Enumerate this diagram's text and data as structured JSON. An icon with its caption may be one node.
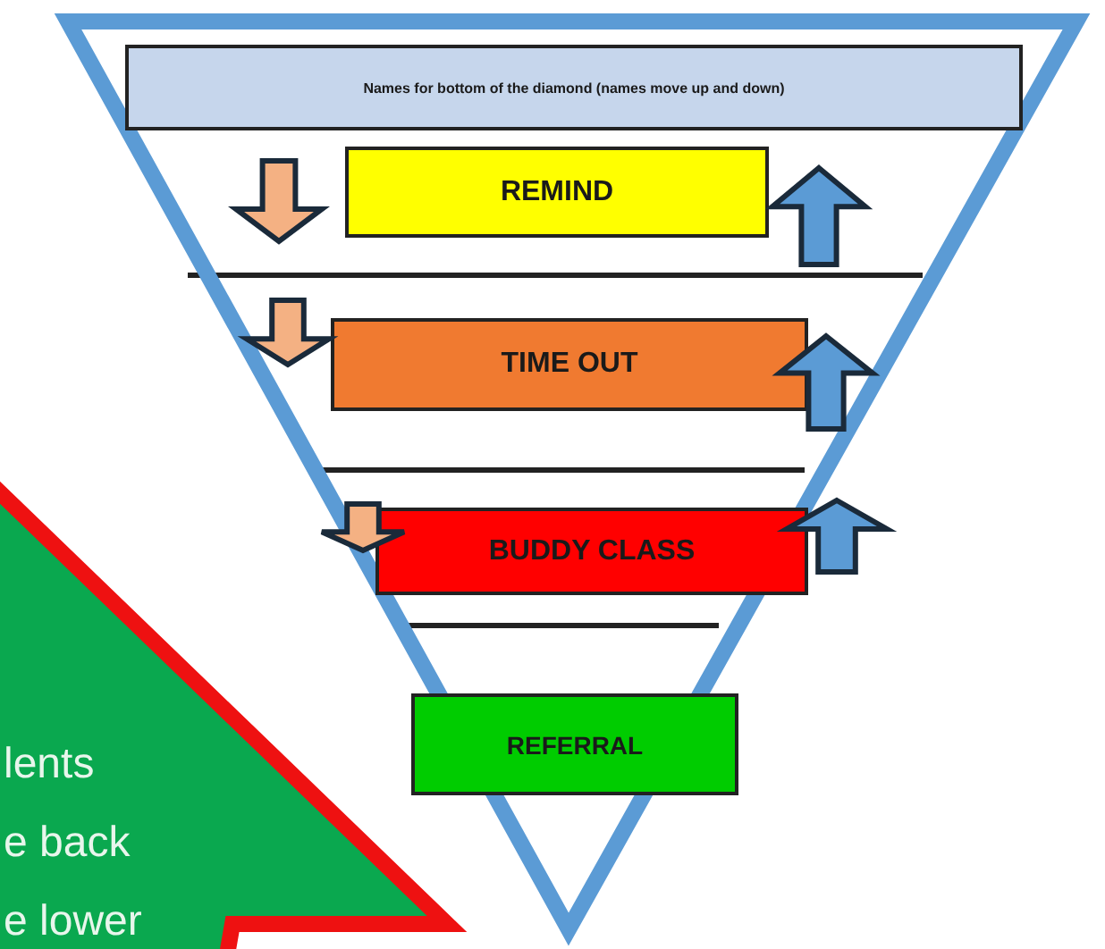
{
  "diagram": {
    "nodes": [
      {
        "text": [],
        "shape": "triangle"
      },
      {
        "text": [
          "Names for bottom of the diamond (names move up and down)"
        ],
        "in": 0
      },
      {
        "text": [
          "REMIND"
        ],
        "in": 0
      },
      {
        "text": [
          "TIME OUT"
        ],
        "in": 0
      },
      {
        "text": [
          "BUDDY CLASS"
        ],
        "in": 0
      },
      {
        "text": [
          "REFERRAL"
        ],
        "in": 0
      }
    ],
    "labels": [
      "lents",
      "e back",
      "e lower"
    ]
  }
}
